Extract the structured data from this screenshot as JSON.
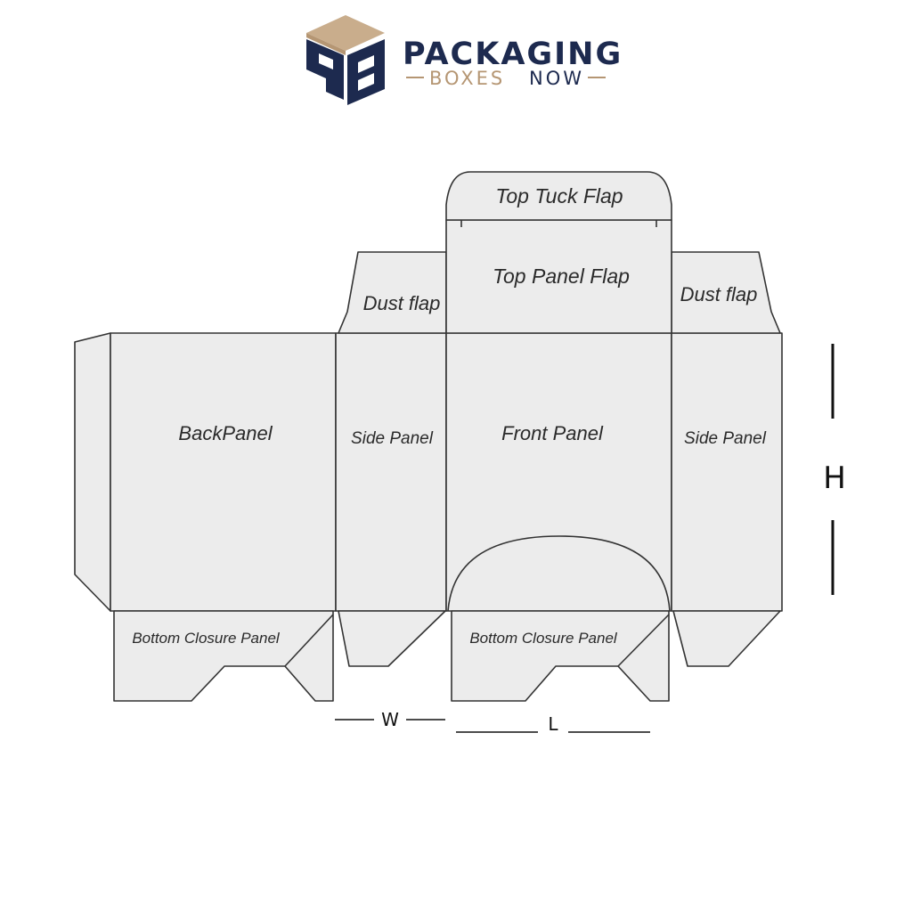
{
  "logo": {
    "monogram": "PB",
    "line1": "PACKAGING",
    "line2a": "BOXES",
    "line2b": "NOW",
    "colors": {
      "navy": "#1d2a4f",
      "tan": "#b59673",
      "tan_light": "#c9ad8c"
    }
  },
  "labels": {
    "top_tuck_flap": "Top Tuck Flap",
    "top_panel_flap": "Top Panel Flap",
    "dust_flap_left": "Dust flap",
    "dust_flap_right": "Dust flap",
    "back_panel": "BackPanel",
    "side_panel_left": "Side Panel",
    "front_panel": "Front Panel",
    "side_panel_right": "Side Panel",
    "bottom_closure_left": "Bottom Closure Panel",
    "bottom_closure_right": "Bottom Closure Panel"
  },
  "dimensions": {
    "width": "W",
    "length": "L",
    "height": "H"
  },
  "colors": {
    "panel_fill": "#ececec",
    "outline": "#333333"
  }
}
